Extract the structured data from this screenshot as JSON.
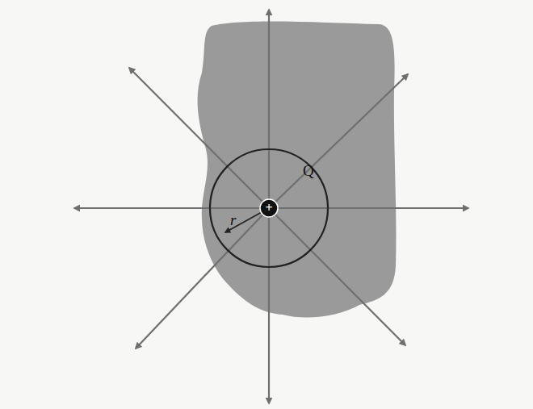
{
  "diagram": {
    "labels": [
      "Q",
      "r",
      "+"
    ]
  }
}
